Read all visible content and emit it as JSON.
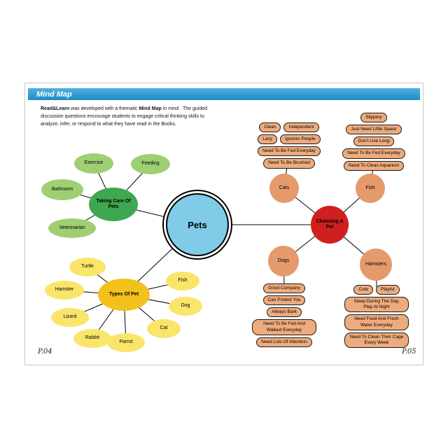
{
  "header": {
    "title": "Mind Map"
  },
  "intro": {
    "bold1": "Read&Learn",
    "text1": " was developed with a thematic ",
    "bold2": "Mind Map",
    "text2": " in mind . The guided discussion questions encourage students to engage critical thinking skills to analyze, infer, or respond to what they have read in the Books."
  },
  "footer": {
    "page_left": "P.04",
    "page_right": "P.05"
  },
  "colors": {
    "header_blue": "#2e9dd6",
    "pets_blue": "#7fcbe8",
    "branch_green": "#3fa74f",
    "leaf_green": "#9fcf72",
    "branch_yellow": "#f3c11b",
    "leaf_yellow": "#f9e56a",
    "branch_red": "#d01f1f",
    "category_orange": "#e59a6c",
    "pill_orange": "#eeab7d"
  },
  "mindmap": {
    "center": "Pets",
    "care": {
      "label": "Taking Care Of Pets",
      "leaves": [
        "Exercise",
        "Feeding",
        "Bathroom",
        "Veterinarian"
      ]
    },
    "types": {
      "label": "Types Of Pet",
      "leaves": [
        "Turtle",
        "Hamster",
        "Lizard",
        "Rabbit",
        "Parrot",
        "Cat",
        "Dog",
        "Fish"
      ]
    },
    "choosing": {
      "label": "Choosing A Pet",
      "categories": {
        "cats": {
          "label": "Cats",
          "pills": [
            "Clean",
            "Independent",
            "Lazy",
            "Ignores People",
            "Need To Be Fed Everyday",
            "Need To Be Brushed"
          ]
        },
        "fish": {
          "label": "Fish",
          "pills": [
            "Slippery",
            "Just Need Little Space",
            "Don't Live Long",
            "Need To Be Fed Everyday",
            "Need To Clean Aquarium"
          ]
        },
        "dogs": {
          "label": "Dogs",
          "pills": [
            "Good Company",
            "Can Protect You",
            "Always Bark",
            "Need To Be Fed And Walked Everyday",
            "Need Lots Of Attention"
          ]
        },
        "hamsters": {
          "label": "Hamsters",
          "pills": [
            "Cute",
            "Playful",
            "Sleep During The Day, Play At Night",
            "Need Food And Fresh Water Everyday",
            "Need To Clean Their Cage Every Week"
          ]
        }
      }
    }
  }
}
